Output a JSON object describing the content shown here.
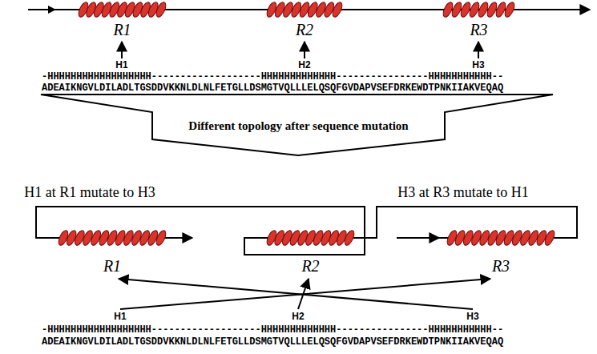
{
  "diagram": {
    "nodes": [
      {
        "text": [
          "R1"
        ]
      },
      {
        "text": [
          "R2"
        ]
      },
      {
        "text": [
          "R3"
        ]
      },
      {
        "text": [
          "Different topology after sequence mutation"
        ]
      },
      {
        "text": [
          "R1"
        ]
      },
      {
        "text": [
          "R2"
        ]
      },
      {
        "text": [
          "R3"
        ]
      }
    ],
    "labels": [
      "H1",
      "H2",
      "H3",
      "-HHHHHHHHHHHHHHHHHH-------------------HHHHHHHHHHHHH----------------HHHHHHHHHHH--",
      "ADEAIKNGVLDILADLTGSDDVKKNLDLNLFETGLLDSMGTVQLLLELQSQFGVDAPVSEFDRKEWDTPNKIIAKVEQAQ",
      "H1 at R1 mutate to H3",
      "H3 at R3 mutate to H1",
      "H1",
      "H2",
      "H3",
      "-HHHHHHHHHHHHHHHHHH-------------------HHHHHHHHHHHHH----------------HHHHHHHHHHH--",
      "ADEAIKNGVLDILADLTGSDDVKKNLDLNLFETGLLDSMGTVQLLLELQSQFGVDAPVSEFDRKEWDTPNKIIAKVEQAQ"
    ]
  }
}
